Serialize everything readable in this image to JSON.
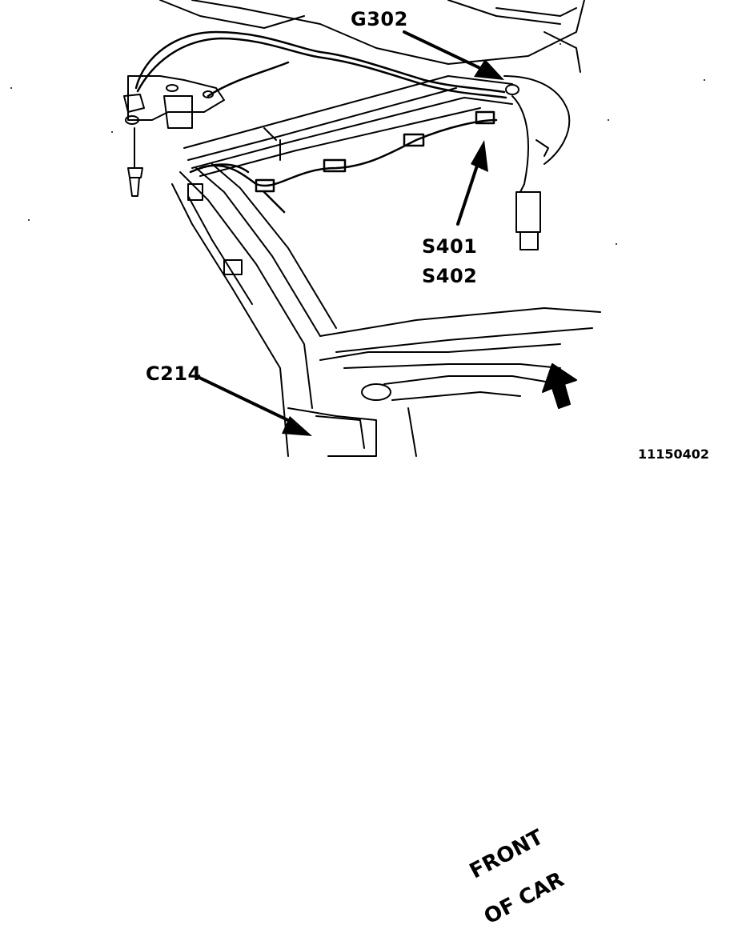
{
  "diagram": {
    "callouts": {
      "g302": "G302",
      "s401": "S401",
      "s402": "S402",
      "c214": "C214"
    },
    "direction_label": {
      "line1": "FRONT",
      "line2": "OF CAR"
    },
    "figure_id": "11150402"
  }
}
